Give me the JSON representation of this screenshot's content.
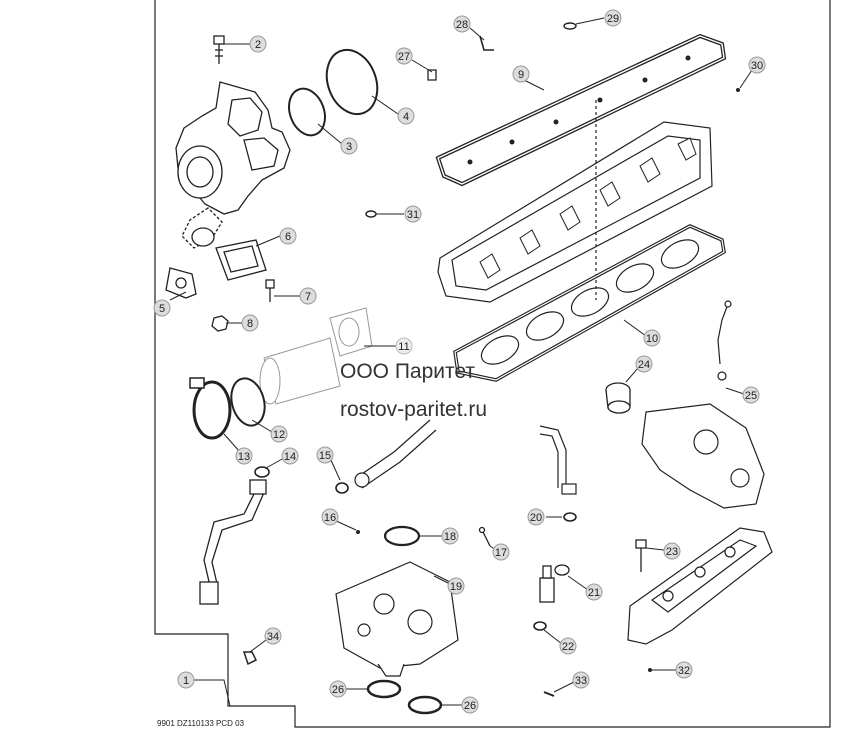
{
  "diagram": {
    "drawing_code": "9901  DZ110133  PCD  03",
    "watermark": {
      "company": "ООО Паритет",
      "website": "rostov-paritet.ru"
    },
    "callouts": [
      {
        "id": "1",
        "label": "1"
      },
      {
        "id": "2",
        "label": "2"
      },
      {
        "id": "3",
        "label": "3"
      },
      {
        "id": "4",
        "label": "4"
      },
      {
        "id": "5",
        "label": "5"
      },
      {
        "id": "6",
        "label": "6"
      },
      {
        "id": "7",
        "label": "7"
      },
      {
        "id": "8",
        "label": "8"
      },
      {
        "id": "9",
        "label": "9"
      },
      {
        "id": "10",
        "label": "10"
      },
      {
        "id": "11",
        "label": "11"
      },
      {
        "id": "12",
        "label": "12"
      },
      {
        "id": "13",
        "label": "13"
      },
      {
        "id": "14",
        "label": "14"
      },
      {
        "id": "15",
        "label": "15"
      },
      {
        "id": "16",
        "label": "16"
      },
      {
        "id": "17",
        "label": "17"
      },
      {
        "id": "18",
        "label": "18"
      },
      {
        "id": "19",
        "label": "19"
      },
      {
        "id": "20",
        "label": "20"
      },
      {
        "id": "21",
        "label": "21"
      },
      {
        "id": "22",
        "label": "22"
      },
      {
        "id": "23",
        "label": "23"
      },
      {
        "id": "24",
        "label": "24"
      },
      {
        "id": "25",
        "label": "25"
      },
      {
        "id": "26a",
        "label": "26"
      },
      {
        "id": "26b",
        "label": "26"
      },
      {
        "id": "27",
        "label": "27"
      },
      {
        "id": "28",
        "label": "28"
      },
      {
        "id": "29",
        "label": "29"
      },
      {
        "id": "30",
        "label": "30"
      },
      {
        "id": "31",
        "label": "31"
      },
      {
        "id": "32",
        "label": "32"
      },
      {
        "id": "33",
        "label": "33"
      },
      {
        "id": "34",
        "label": "34"
      }
    ]
  }
}
